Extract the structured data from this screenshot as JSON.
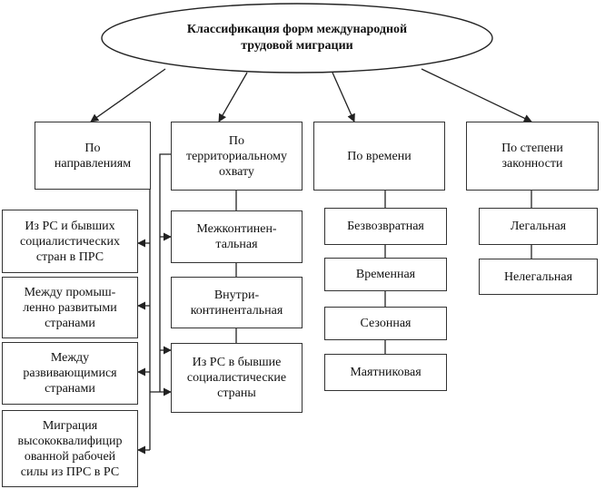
{
  "root": {
    "label": "Классификация форм международной\nтрудовой миграции"
  },
  "categories": [
    {
      "label": "По\nнаправлениям",
      "items": [
        "Из РС и бывших\nсоциалистических\nстран в ПРС",
        "Между промыш-\nленно развитыми\nстранами",
        "Между\nразвивающимися\nстранами",
        "Миграция\nвысококвалифицир\nованной рабочей\nсилы из ПРС в РС"
      ]
    },
    {
      "label": "По\nтерриториальному\nохвату",
      "items": [
        "Межконтинен-\nтальная",
        "Внутри-\nконтинентальная",
        "Из РС в бывшие\nсоциалистические\nстраны"
      ]
    },
    {
      "label": "По времени",
      "items": [
        "Безвозвратная",
        "Временная",
        "Сезонная",
        "Маятниковая"
      ]
    },
    {
      "label": "По степени\nзаконности",
      "items": [
        "Легальная",
        "Нелегальная"
      ]
    }
  ]
}
